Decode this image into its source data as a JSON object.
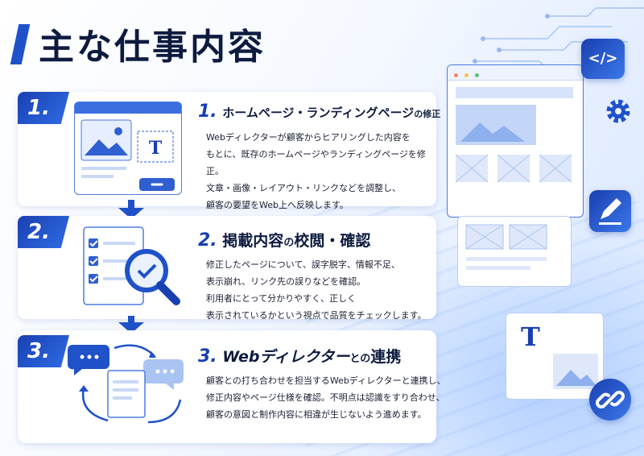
{
  "page_title": "主な仕事内容",
  "steps": [
    {
      "num": "1.",
      "heading_num": "1.",
      "heading": "ホームページ・ランディングページ",
      "heading_suffix": "の修正",
      "body": "Webディレクターが顧客からヒアリングした内容を\nもとに、既存のホームページやランディングページを修正。\n文章・画像・レイアウト・リンクなどを調整し、\n顧客の要望をWeb上へ反映します。"
    },
    {
      "num": "2.",
      "heading_num": "2.",
      "heading": "掲載内容",
      "heading_suffix": "の",
      "heading_tail": "校閲・確認",
      "body": "修正したページについて、誤字脱字、情報不足、\n表示崩れ、リンク先の誤りなどを確認。\n利用者にとって分かりやすく、正しく\n表示されているかという視点で品質をチェックします。"
    },
    {
      "num": "3.",
      "heading_num": "3.",
      "heading": "Webディレクター",
      "heading_suffix": "との",
      "heading_tail": "連携",
      "body": "顧客との打ち合わせを担当するWebディレクターと連携し、\n修正内容やページ仕様を確認。不明点は認識をすり合わせ、\n顧客の意図と制作内容に相違が生じないよう進めます。"
    }
  ],
  "icons": {
    "text_glyph": "T",
    "code_glyph": "</>",
    "dots": "•••"
  },
  "colors": {
    "accent": "#1f52c9",
    "dark_text": "#0d1b3f"
  }
}
